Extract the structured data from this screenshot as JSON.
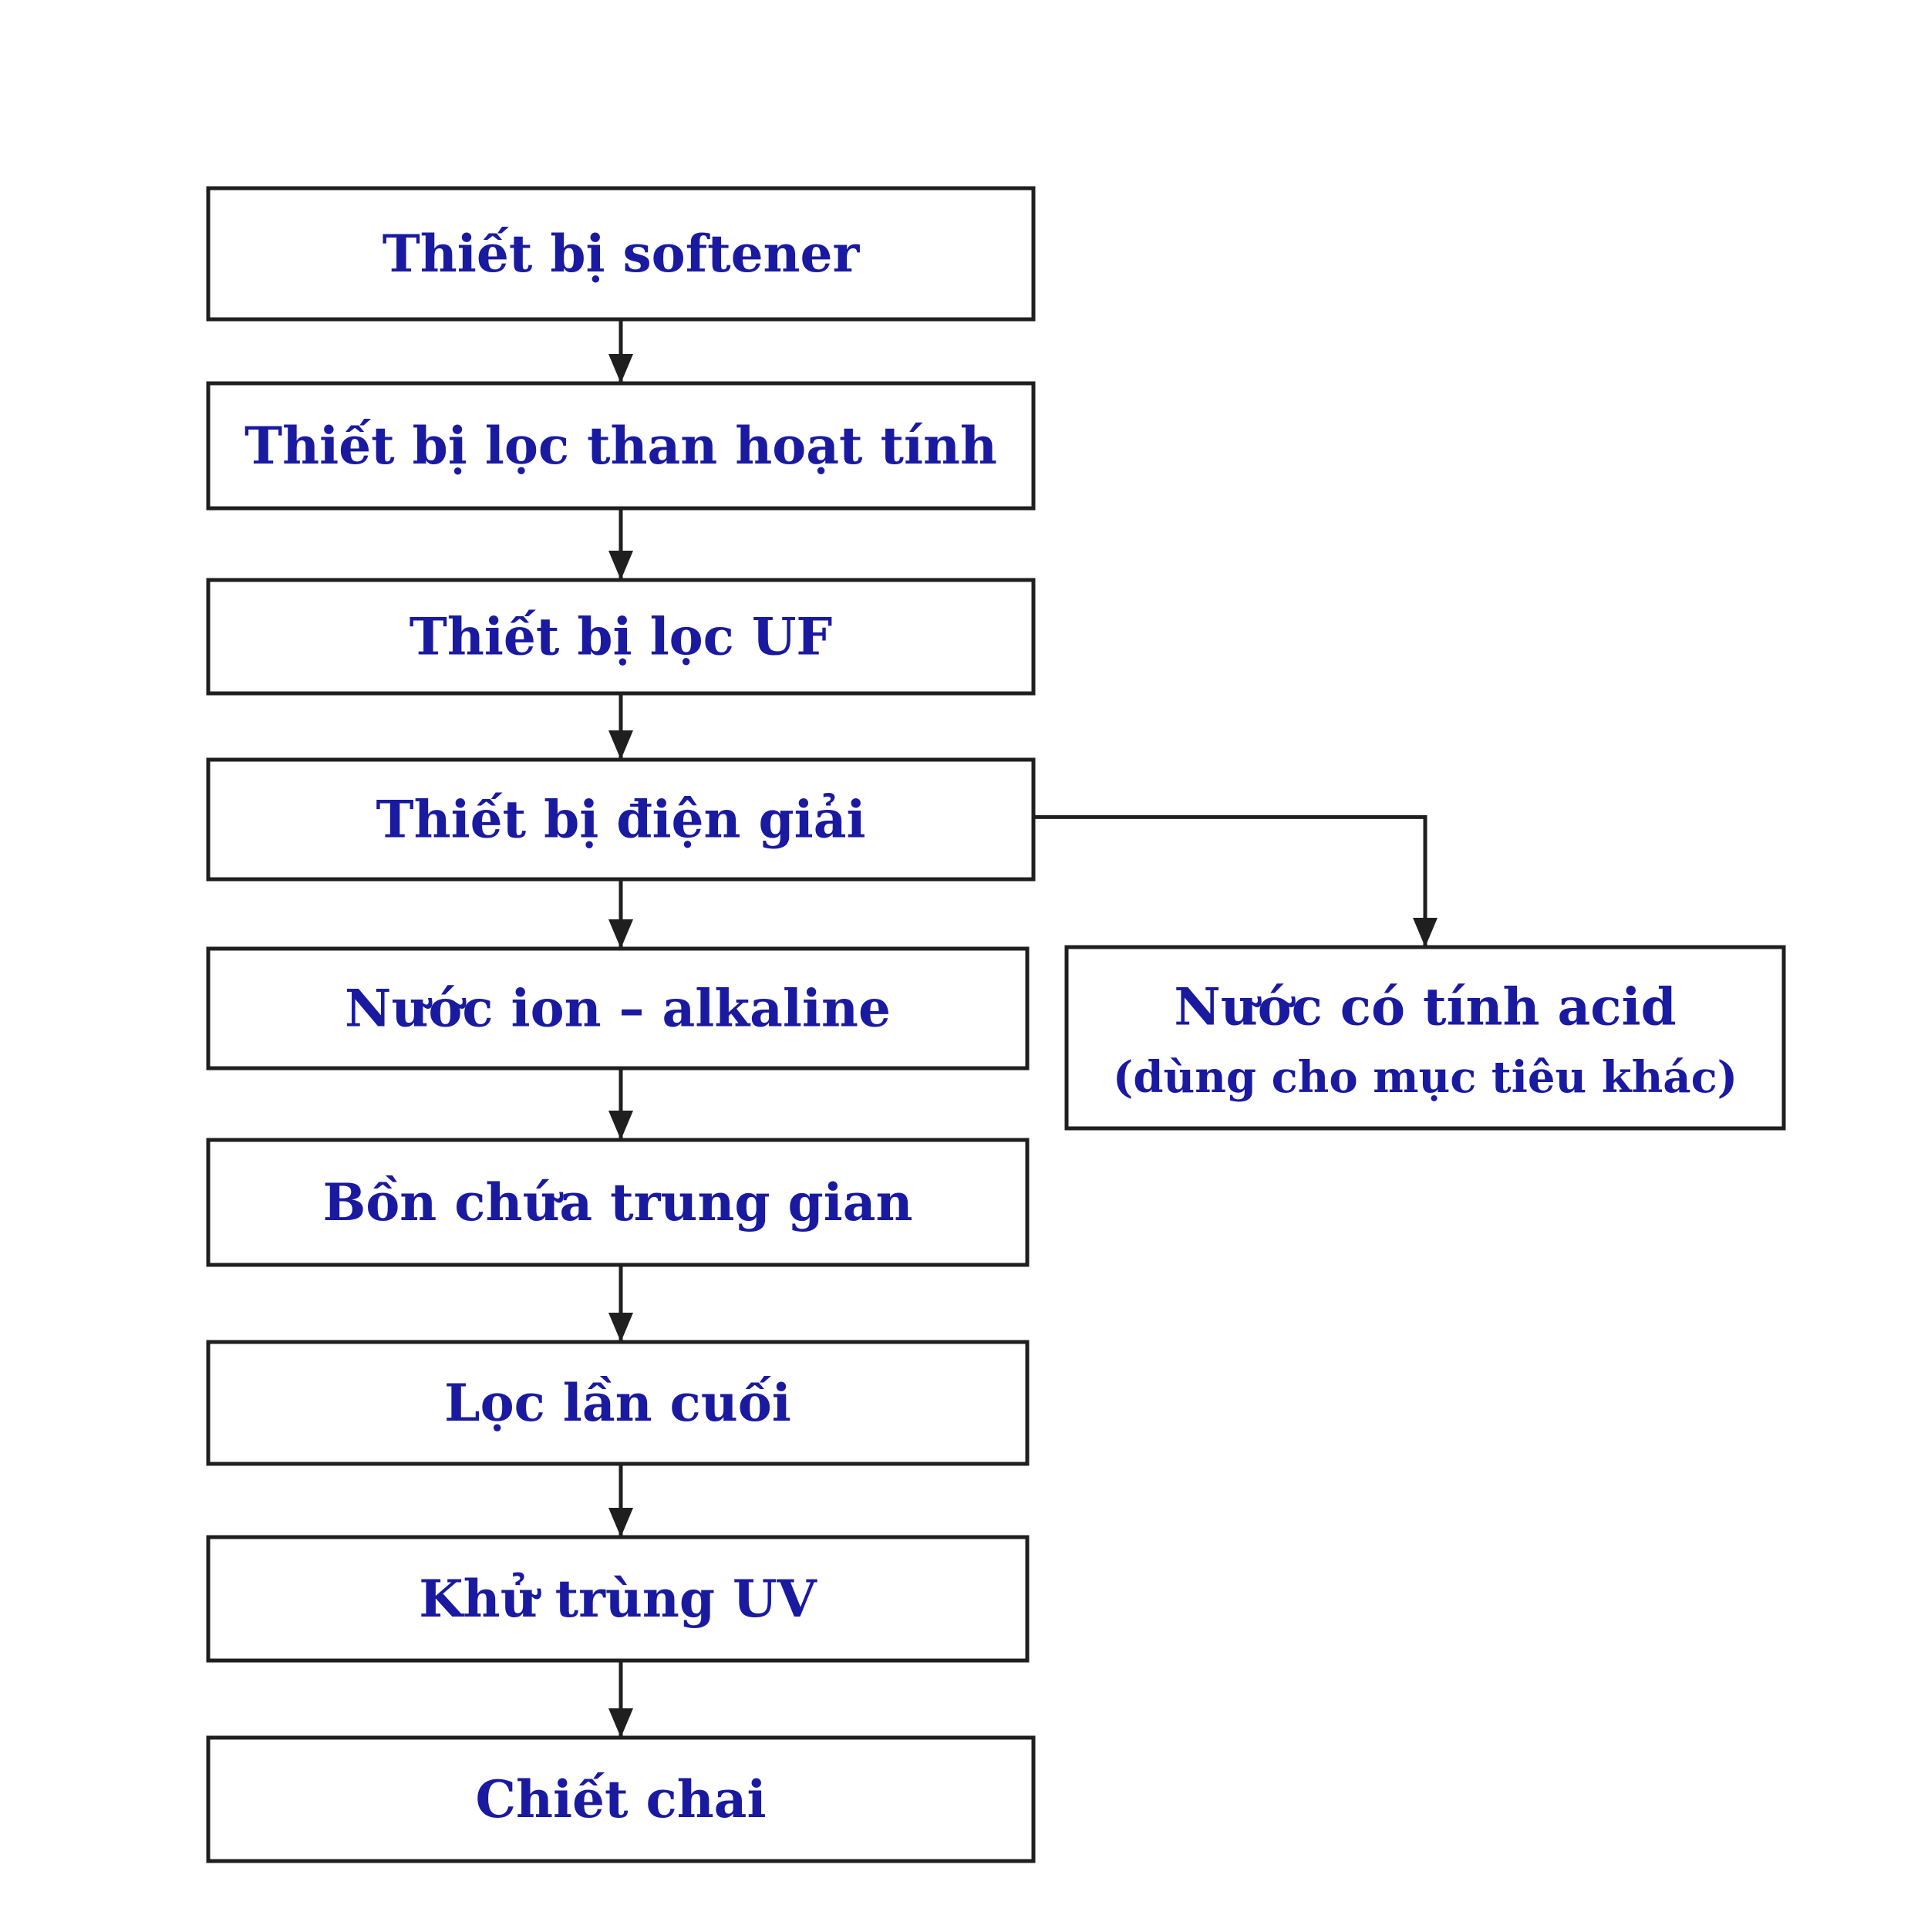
{
  "colors": {
    "text": "#1a1aa0",
    "stroke": "#1f1f1f",
    "background": "#ffffff"
  },
  "nodes": [
    {
      "id": "softener",
      "label": "Thiết bị softener"
    },
    {
      "id": "carbon-filter",
      "label": "Thiết bị lọc than hoạt tính"
    },
    {
      "id": "uf-filter",
      "label": "Thiết bị lọc UF"
    },
    {
      "id": "electrolysis",
      "label": "Thiết bị điện giải"
    },
    {
      "id": "alkaline-water",
      "label": "Nước ion – alkaline"
    },
    {
      "id": "intermediate-tank",
      "label": "Bồn chứa trung gian"
    },
    {
      "id": "final-filter",
      "label": "Lọc lần cuối"
    },
    {
      "id": "uv-sterilization",
      "label": "Khử trùng UV"
    },
    {
      "id": "bottling",
      "label": "Chiết chai"
    },
    {
      "id": "acidic-water",
      "label": "Nước có tính acid",
      "sublabel": "(dùng cho mục tiêu khác)"
    }
  ],
  "edges": [
    {
      "from": "softener",
      "to": "carbon-filter"
    },
    {
      "from": "carbon-filter",
      "to": "uf-filter"
    },
    {
      "from": "uf-filter",
      "to": "electrolysis"
    },
    {
      "from": "electrolysis",
      "to": "alkaline-water"
    },
    {
      "from": "alkaline-water",
      "to": "intermediate-tank"
    },
    {
      "from": "intermediate-tank",
      "to": "final-filter"
    },
    {
      "from": "final-filter",
      "to": "uv-sterilization"
    },
    {
      "from": "uv-sterilization",
      "to": "bottling"
    },
    {
      "from": "electrolysis",
      "to": "acidic-water"
    }
  ]
}
